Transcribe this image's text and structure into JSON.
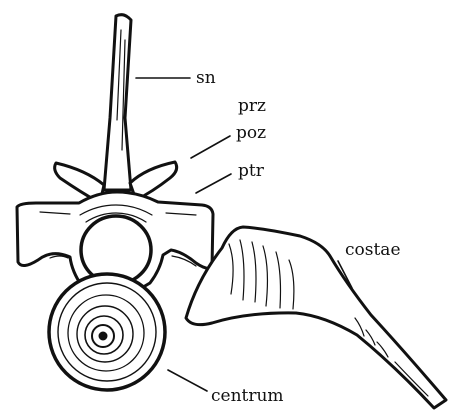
{
  "figure": {
    "labels": {
      "sn": "sn",
      "prz": "prz",
      "poz": "poz",
      "ptr": "ptr",
      "costae": "costae",
      "centrum": "centrum"
    },
    "colors": {
      "ink": "#111111",
      "paper": "#ffffff"
    }
  }
}
